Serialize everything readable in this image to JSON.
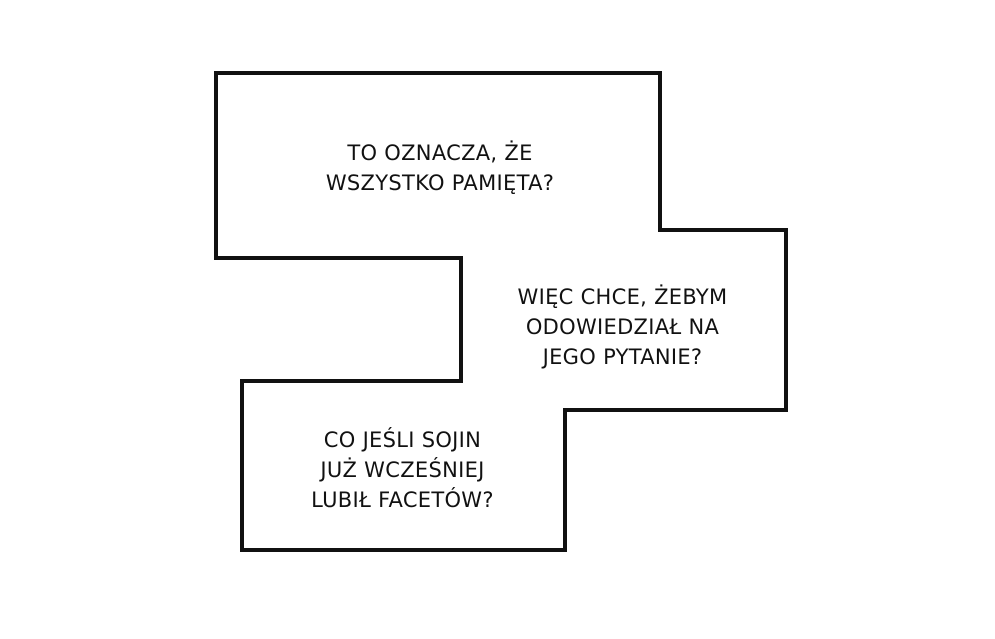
{
  "colors": {
    "background": "#ffffff",
    "outline": "#111111",
    "text": "#111111"
  },
  "captions": [
    {
      "lines": [
        "TO OZNACZA, ŻE",
        "WSZYSTKO PAMIĘTA?"
      ]
    },
    {
      "lines": [
        "WIĘC CHCE, ŻEBYM",
        "ODOWIEDZIAŁ NA",
        "JEGO PYTANIE?"
      ]
    },
    {
      "lines": [
        "CO JEŚLI SOJIN",
        "JUŻ WCZEŚNIEJ",
        "LUBIŁ FACETÓW?"
      ]
    }
  ]
}
